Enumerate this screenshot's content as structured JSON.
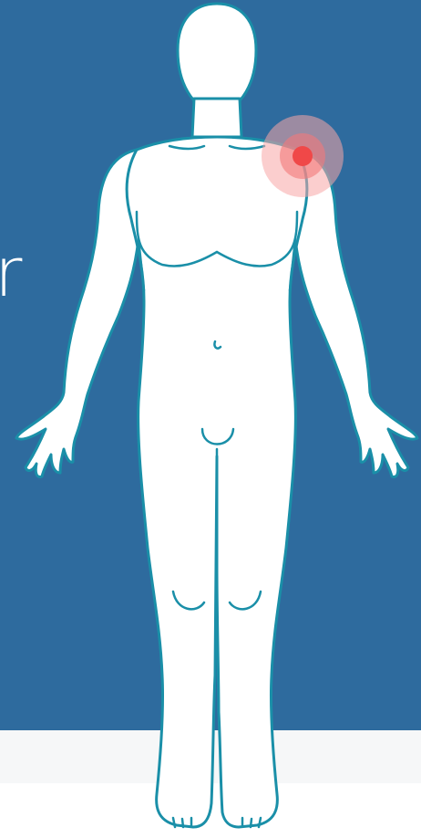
{
  "page": {
    "cropped_heading_fragment": "r"
  },
  "colors": {
    "background_blue": "#2e6b9e",
    "footer_strip": "#f6f7f8",
    "body_fill": "#ffffff",
    "body_outline": "#1a8fa8",
    "pain_marker": "#f04848",
    "pain_halo": "#f7a6a6"
  },
  "illustration": {
    "subject": "human-body-front-view",
    "pain_location": "left-shoulder"
  }
}
